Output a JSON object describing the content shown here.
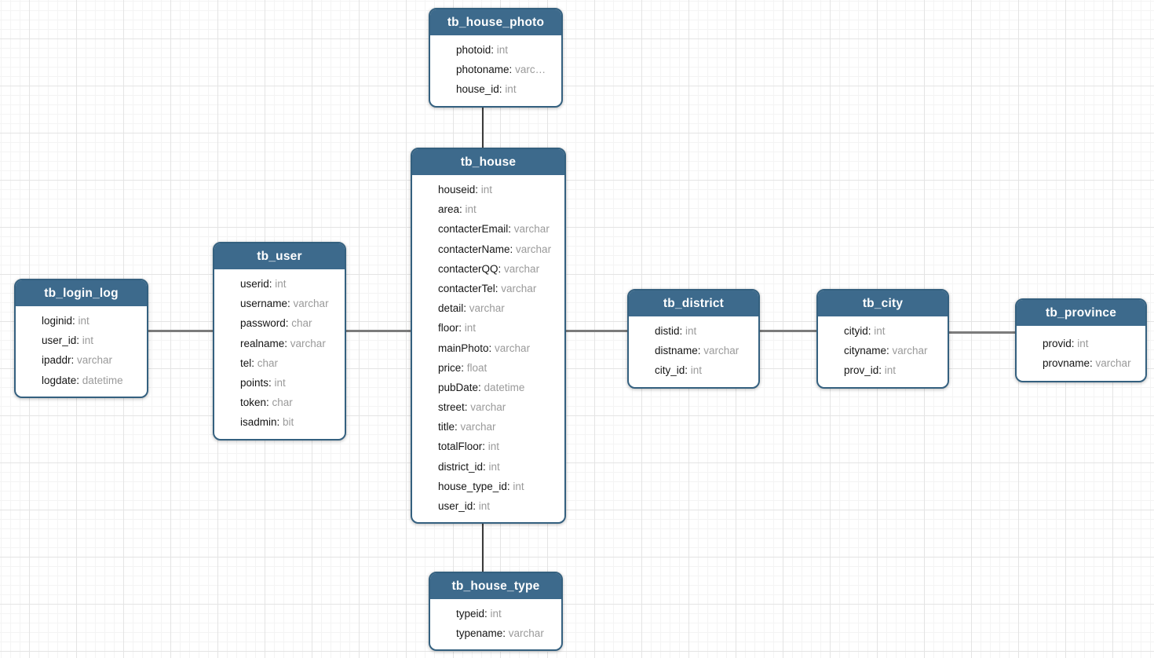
{
  "diagram": {
    "tables": [
      {
        "name": "tb_house_photo",
        "fields": [
          {
            "name": "photoid",
            "type": "int"
          },
          {
            "name": "photoname",
            "type": "varc…"
          },
          {
            "name": "house_id",
            "type": "int"
          }
        ]
      },
      {
        "name": "tb_house",
        "fields": [
          {
            "name": "houseid",
            "type": "int"
          },
          {
            "name": "area",
            "type": "int"
          },
          {
            "name": "contacterEmail",
            "type": "varchar"
          },
          {
            "name": "contacterName",
            "type": "varchar"
          },
          {
            "name": "contacterQQ",
            "type": "varchar"
          },
          {
            "name": "contacterTel",
            "type": "varchar"
          },
          {
            "name": "detail",
            "type": "varchar"
          },
          {
            "name": "floor",
            "type": "int"
          },
          {
            "name": "mainPhoto",
            "type": "varchar"
          },
          {
            "name": "price",
            "type": "float"
          },
          {
            "name": "pubDate",
            "type": "datetime"
          },
          {
            "name": "street",
            "type": "varchar"
          },
          {
            "name": "title",
            "type": "varchar"
          },
          {
            "name": "totalFloor",
            "type": "int"
          },
          {
            "name": "district_id",
            "type": "int"
          },
          {
            "name": "house_type_id",
            "type": "int"
          },
          {
            "name": "user_id",
            "type": "int"
          }
        ]
      },
      {
        "name": "tb_user",
        "fields": [
          {
            "name": "userid",
            "type": "int"
          },
          {
            "name": "username",
            "type": "varchar"
          },
          {
            "name": "password",
            "type": "char"
          },
          {
            "name": "realname",
            "type": "varchar"
          },
          {
            "name": "tel",
            "type": "char"
          },
          {
            "name": "points",
            "type": "int"
          },
          {
            "name": "token",
            "type": "char"
          },
          {
            "name": "isadmin",
            "type": "bit"
          }
        ]
      },
      {
        "name": "tb_login_log",
        "fields": [
          {
            "name": "loginid",
            "type": "int"
          },
          {
            "name": "user_id",
            "type": "int"
          },
          {
            "name": "ipaddr",
            "type": "varchar"
          },
          {
            "name": "logdate",
            "type": "datetime"
          }
        ]
      },
      {
        "name": "tb_district",
        "fields": [
          {
            "name": "distid",
            "type": "int"
          },
          {
            "name": "distname",
            "type": "varchar"
          },
          {
            "name": "city_id",
            "type": "int"
          }
        ]
      },
      {
        "name": "tb_city",
        "fields": [
          {
            "name": "cityid",
            "type": "int"
          },
          {
            "name": "cityname",
            "type": "varchar"
          },
          {
            "name": "prov_id",
            "type": "int"
          }
        ]
      },
      {
        "name": "tb_province",
        "fields": [
          {
            "name": "provid",
            "type": "int"
          },
          {
            "name": "provname",
            "type": "varchar"
          }
        ]
      },
      {
        "name": "tb_house_type",
        "fields": [
          {
            "name": "typeid",
            "type": "int"
          },
          {
            "name": "typename",
            "type": "varchar"
          }
        ]
      }
    ],
    "connections": [
      {
        "from": "tb_house_photo",
        "to": "tb_house"
      },
      {
        "from": "tb_house",
        "to": "tb_house_type"
      },
      {
        "from": "tb_login_log",
        "to": "tb_user"
      },
      {
        "from": "tb_user",
        "to": "tb_house"
      },
      {
        "from": "tb_house",
        "to": "tb_district"
      },
      {
        "from": "tb_district",
        "to": "tb_city"
      },
      {
        "from": "tb_city",
        "to": "tb_province"
      }
    ],
    "colors": {
      "header_bg": "#3d6a8c",
      "table_border": "#34607f",
      "field_name": "#151515",
      "field_type": "#9a9a9a",
      "connector_horizontal": "#7c7c7c",
      "connector_vertical": "#3a3a3a",
      "grid_major": "#e4e4e4",
      "grid_minor": "#f4f4f4",
      "canvas_bg": "#ffffff"
    }
  }
}
